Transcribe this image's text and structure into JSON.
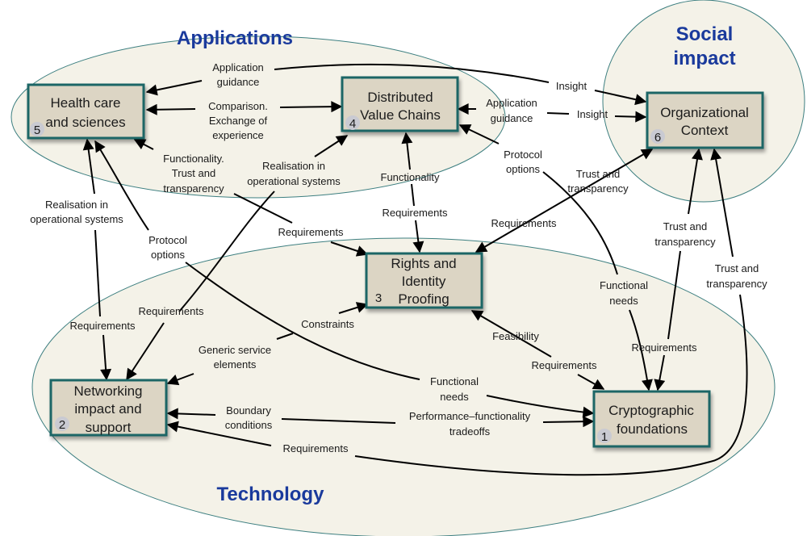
{
  "regions": {
    "applications": {
      "title": "Applications"
    },
    "social": {
      "title_line1": "Social",
      "title_line2": "impact"
    },
    "technology": {
      "title": "Technology"
    }
  },
  "colors": {
    "region_fill": "#f4f2e8",
    "region_stroke": "#3d7f80",
    "box_fill": "#dcd5c4",
    "box_stroke": "#1d6666",
    "title_blue": "#1a3a9c"
  },
  "nodes": {
    "n1": {
      "number": "1",
      "line1": "Cryptographic",
      "line2": "foundations"
    },
    "n2": {
      "number": "2",
      "line1": "Networking",
      "line2": "impact and",
      "line3": "support"
    },
    "n3": {
      "number": "3",
      "line1": "Rights and",
      "line2": "Identity",
      "line3": "Proofing"
    },
    "n4": {
      "number": "4",
      "line1": "Distributed",
      "line2": "Value Chains"
    },
    "n5": {
      "number": "5",
      "line1": "Health  care",
      "line2": "and sciences"
    },
    "n6": {
      "number": "6",
      "line1": "Organizational",
      "line2": "Context"
    }
  },
  "edge_labels": {
    "app_guidance_5": [
      "Application",
      "guidance"
    ],
    "comparison": [
      "Comparison.",
      "Exchange of",
      "experience"
    ],
    "func_trust_5": [
      "Functionality.",
      "Trust and",
      "transparency"
    ],
    "realisation_4": [
      "Realisation in",
      "operational systems"
    ],
    "realisation_5": [
      "Realisation in",
      "operational systems"
    ],
    "protocol_5": [
      "Protocol",
      "options"
    ],
    "insight_top": [
      "Insight"
    ],
    "insight_mid": [
      "Insight"
    ],
    "app_guidance_4": [
      "Application",
      "guidance"
    ],
    "protocol_4": [
      "Protocol",
      "options"
    ],
    "functionality_4": [
      "Functionality"
    ],
    "requirements_3_top": [
      "Requirements"
    ],
    "requirements_3_left": [
      "Requirements"
    ],
    "requirements_3_right": [
      "Requirements"
    ],
    "trust_6_3": [
      "Trust and",
      "transparency"
    ],
    "trust_6_1": [
      "Trust and",
      "transparency"
    ],
    "trust_6_2": [
      "Trust and",
      "transparency"
    ],
    "requirements_2_left": [
      "Requirements"
    ],
    "requirements_2_mid": [
      "Requirements"
    ],
    "constraints": [
      "Constraints"
    ],
    "generic": [
      "Generic service",
      "elements"
    ],
    "functional_needs_6": [
      "Functional",
      "needs"
    ],
    "requirements_1_top": [
      "Requirements"
    ],
    "feasibility": [
      "Feasibility"
    ],
    "requirements_1_left": [
      "Requirements"
    ],
    "functional_needs_1": [
      "Functional",
      "needs"
    ],
    "boundary": [
      "Boundary",
      "conditions"
    ],
    "perf": [
      "Performance–functionality",
      "tradeoffs"
    ],
    "requirements_bottom": [
      "Requirements"
    ]
  }
}
